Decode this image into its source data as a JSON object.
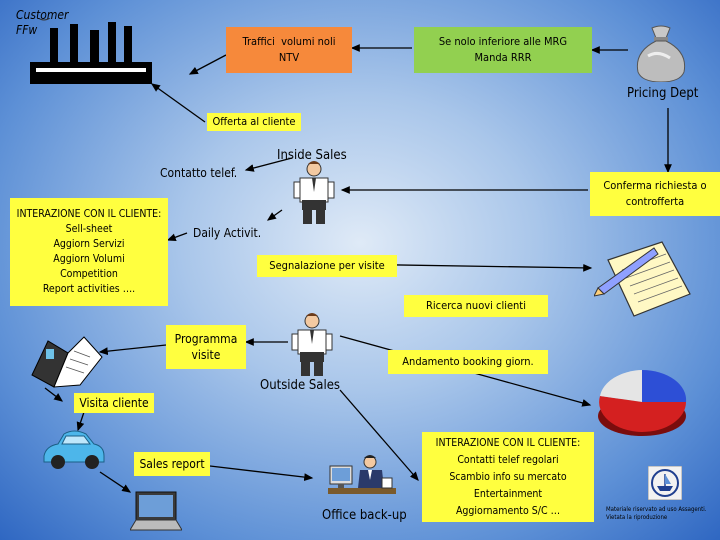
{
  "labels": {
    "customer": "Customer\nFFw",
    "pricing": "Pricing Dept",
    "inside_sales": "Inside Sales",
    "outside_sales": "Outside Sales",
    "office_backup": "Office back-up",
    "visita_cliente": "Visita cliente",
    "sales_report": "Sales report",
    "contatto": "Contatto telef.",
    "notice": "Materiale riservato ad uso Assagenti.\nVietata la riproduzione"
  },
  "boxes": {
    "traffici": "Traffici  volumi noli\nNTV",
    "nolo": "Se nolo inferiore alle MRG\nManda RRR",
    "offerta": "Offerta al cliente",
    "interazione1": "INTERAZIONE CON IL CLIENTE:\nSell-sheet\nAggiorn Servizi\nAggiorn Volumi\nCompetition\nReport activities ….",
    "conferma": "Conferma richiesta o\ncontrofferta",
    "daily": "Daily Activit.",
    "segnalazione": "Segnalazione per visite",
    "ricerca": "Ricerca nuovi clienti",
    "programma": "Programma\nvisite",
    "andamento": "Andamento booking giorn.",
    "interazione2": "INTERAZIONE CON IL CLIENTE:\nContatti telef regolari\nScambio info su mercato\nEntertainment\nAggiornamento S/C …"
  },
  "colors": {
    "orange": "#f6893b",
    "green": "#92d050",
    "yellow": "#ffff3f",
    "background": "#5d90d6"
  },
  "icons": [
    "factory-icon",
    "money-bag-icon",
    "salesperson-icon",
    "notepad-icon",
    "book-icon",
    "car-icon",
    "pie-chart-icon",
    "office-worker-icon",
    "laptop-icon",
    "association-logo-icon"
  ]
}
